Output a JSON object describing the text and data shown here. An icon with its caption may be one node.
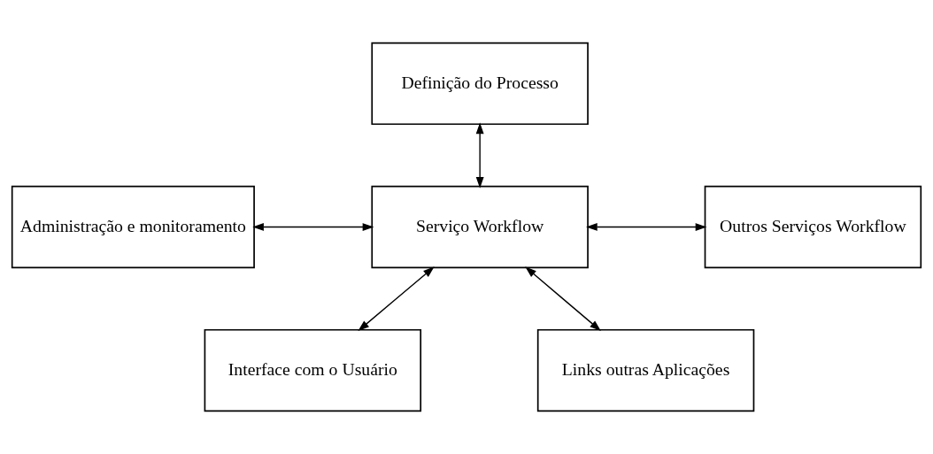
{
  "diagram": {
    "nodes": [
      {
        "text": [
          "Definição do Processo"
        ]
      },
      {
        "text": [
          "Administração e monitoramento"
        ]
      },
      {
        "text": [
          "Serviço Workflow"
        ]
      },
      {
        "text": [
          "Outros Serviços Workflow"
        ]
      },
      {
        "text": [
          "Interface com o Usuário"
        ]
      },
      {
        "text": [
          "Links outras Aplicações"
        ]
      }
    ],
    "edges": [
      {
        "from": 0,
        "to": 2,
        "arrow": "both"
      },
      {
        "from": 1,
        "to": 2,
        "arrow": "both"
      },
      {
        "from": 2,
        "to": 3,
        "arrow": "both"
      },
      {
        "from": 2,
        "to": 4,
        "arrow": "both"
      },
      {
        "from": 2,
        "to": 5,
        "arrow": "both"
      }
    ]
  }
}
